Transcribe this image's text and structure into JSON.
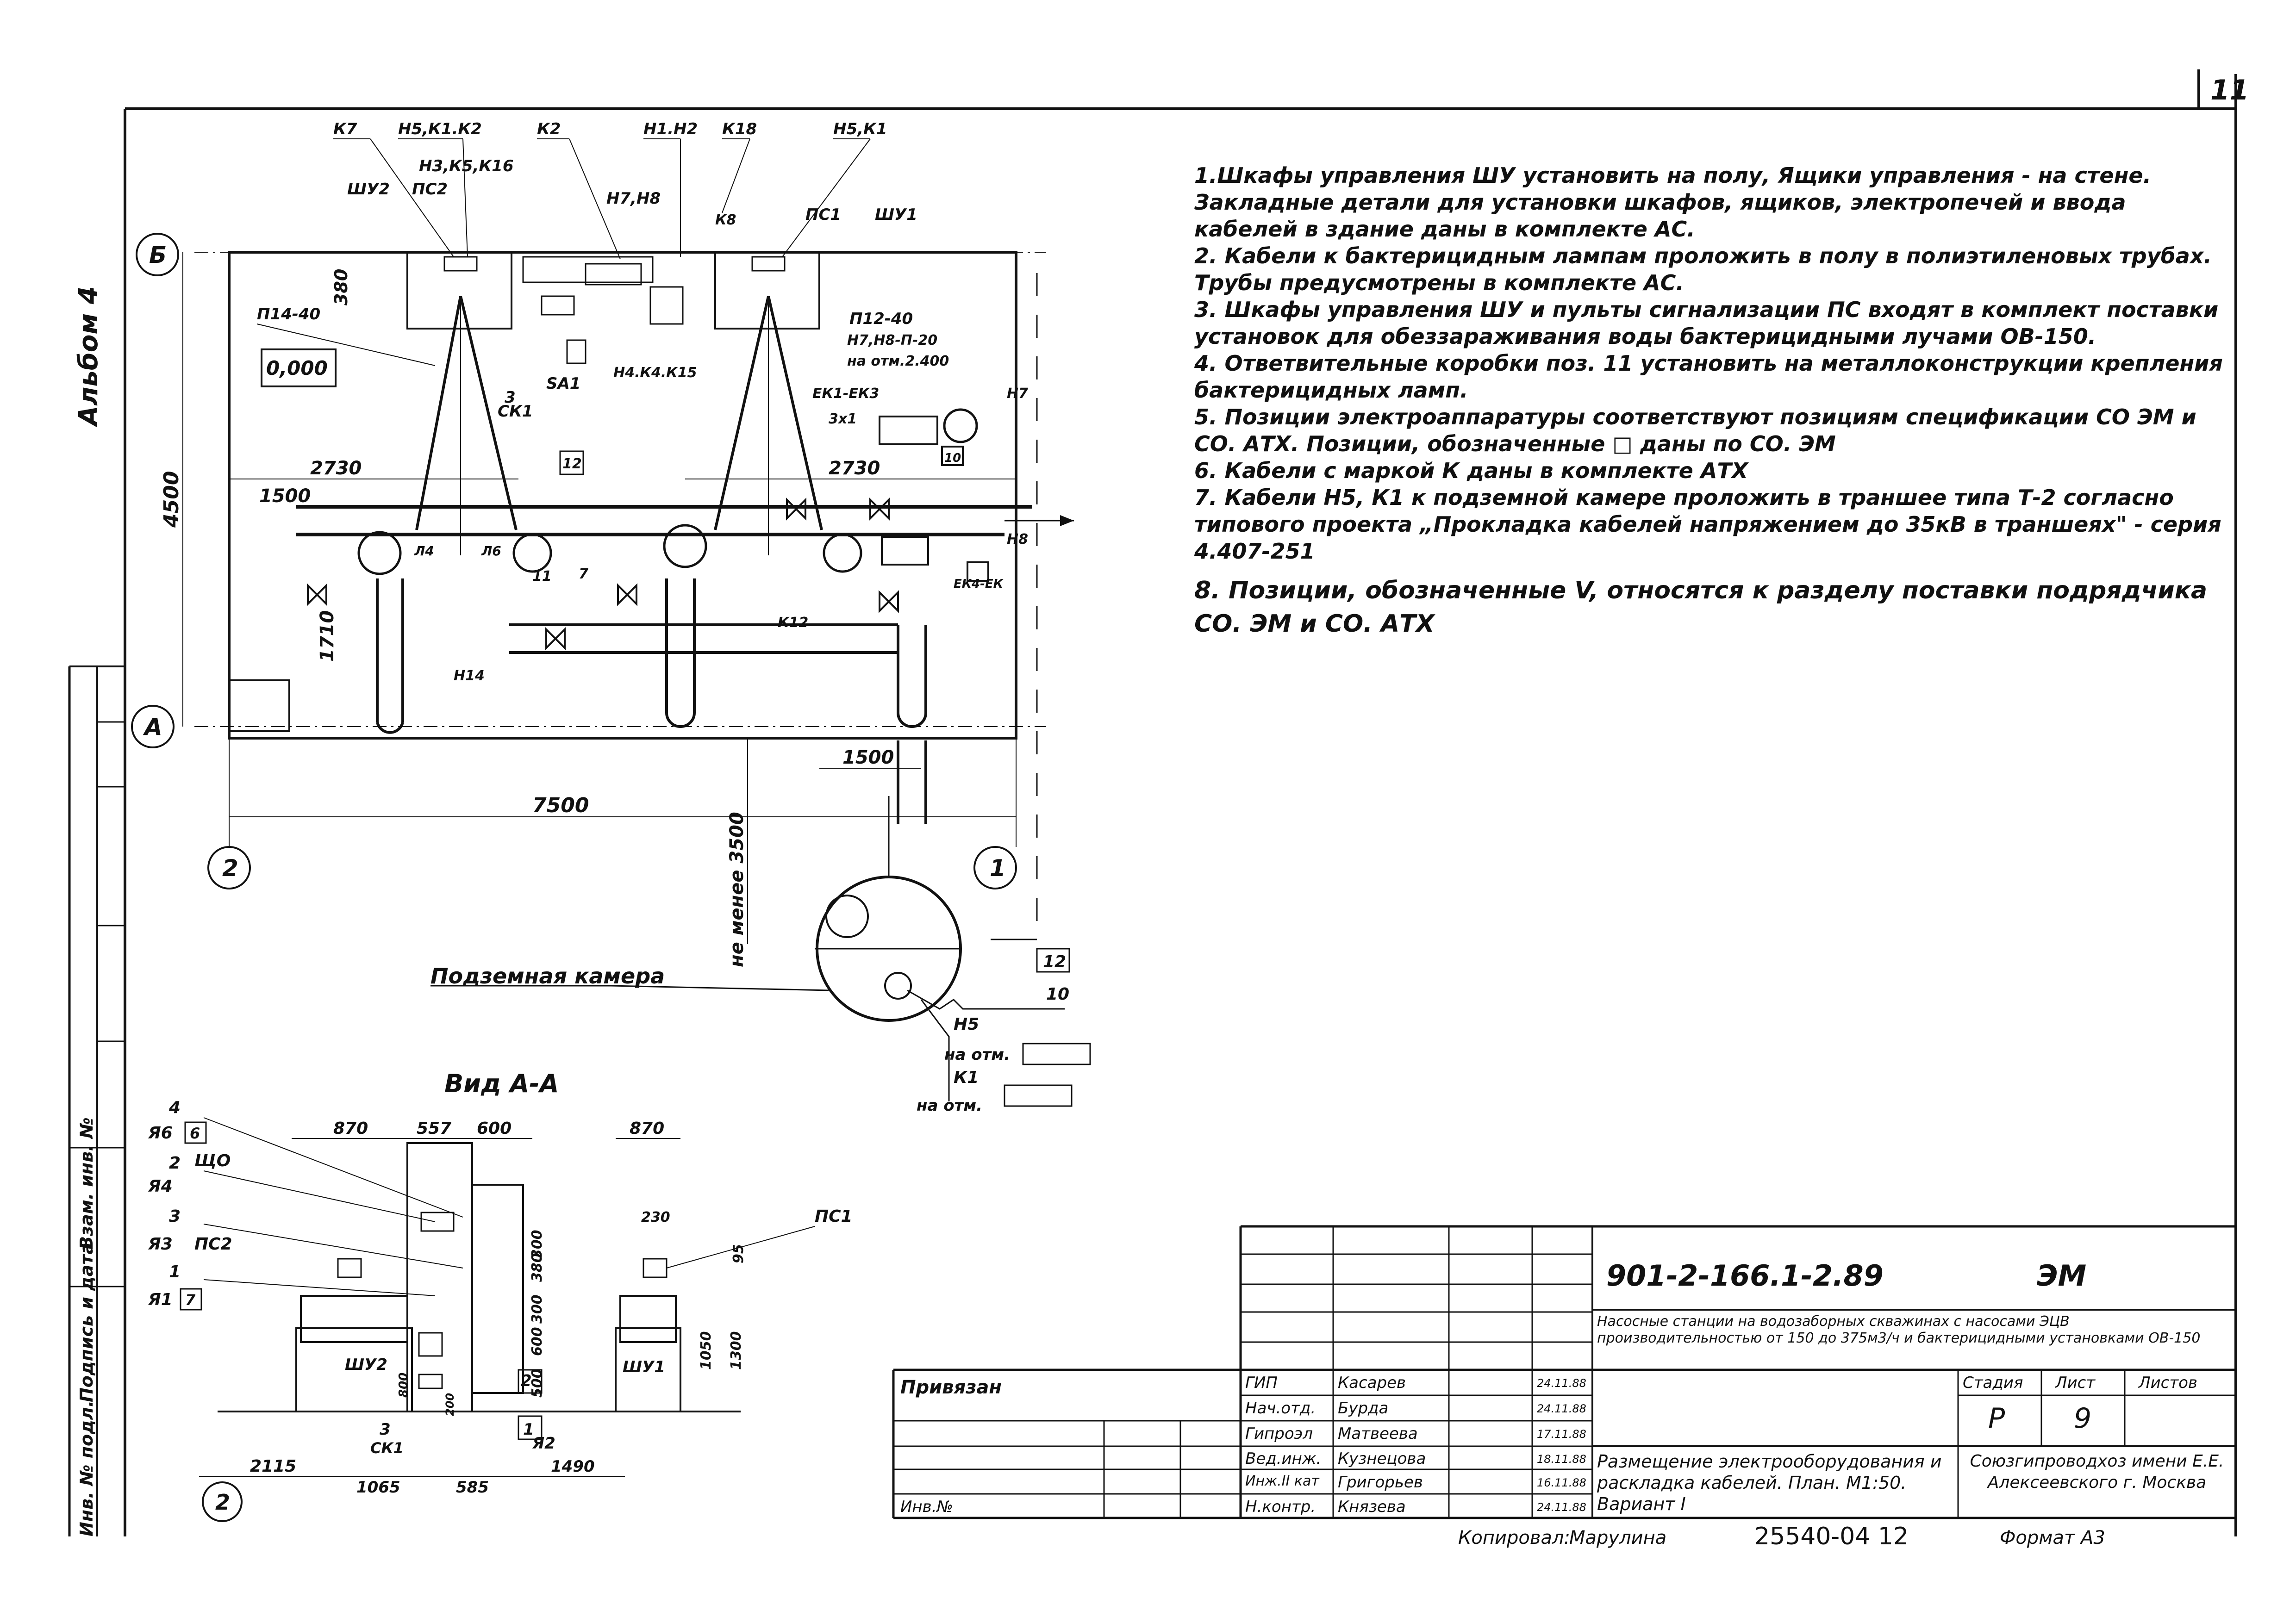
{
  "sheet": {
    "number": "11",
    "album_label": "Альбом 4"
  },
  "notes": [
    "1.Шкафы управления ШУ установить на полу, Ящики управления - на стене. Закладные детали для установки шкафов, ящиков, электропечей и ввода кабелей в здание даны в комплекте АС.",
    "2. Кабели к бактерицидным лампам проложить в полу в полиэтиленовых трубах. Трубы предусмотрены в комплекте АС.",
    "3. Шкафы управления ШУ и пульты сигнализации ПС входят в комплект поставки установок для обеззараживания воды бактерицидными лучами ОВ-150.",
    "4. Ответвительные коробки поз. 11 установить на металлоконструкции крепления бактерицидных ламп.",
    "5. Позиции электроаппаратуры соответствуют позициям спецификации СО ЭМ и СО. АТХ. Позиции, обозначенные □ даны по СО. ЭМ",
    "6. Кабели с маркой К даны в комплекте АТХ",
    "7. Кабели Н5, К1 к подземной камере проложить в траншее типа Т-2 согласно типового проекта „Прокладка кабелей напряжением до 35кВ в траншеях\" - серия 4.407-251",
    "8. Позиции, обозначенные V, относятся к разделу поставки подрядчика СО. ЭМ и СО. АТХ"
  ],
  "plan": {
    "axes": {
      "b": "Б",
      "a": "А",
      "n2": "2",
      "n1": "1"
    },
    "dims": {
      "d4500": "4500",
      "d7500": "7500",
      "d2730a": "2730",
      "d2730b": "2730",
      "d1500a": "1500",
      "d1500b": "1500",
      "d1710": "1710",
      "d3500": "не менее 3500",
      "d380": "380"
    },
    "level": "0,000",
    "callouts": [
      "К7",
      "Н5,К1.К2",
      "Н3,К5,К16",
      "К2",
      "Н1.Н2",
      "К18",
      "Н5,К1",
      "ШУ2",
      "ПС2",
      "Н7,Н8",
      "К8",
      "ПС1",
      "ШУ1",
      "П14-40",
      "П12-40",
      "Н7,Н8-П-20",
      "на отм.2.400",
      "Н4.К4.К15",
      "ЕК1-ЕК3",
      "3х1",
      "Н7",
      "SA1",
      "СК1",
      "Л4",
      "Л6",
      "Н14",
      "К12",
      "Н8",
      "ЕК4-ЕК",
      "10",
      "12",
      "11",
      "7",
      "3"
    ],
    "chamber_label": "Подземная камера",
    "chamber_callouts": [
      "12",
      "10",
      "Н5",
      "на отм.",
      "К1",
      "на отм."
    ]
  },
  "view": {
    "title": "Вид А-А",
    "dims": [
      "870",
      "557",
      "600",
      "870",
      "230",
      "95",
      "380",
      "300",
      "300",
      "600",
      "500",
      "1050",
      "1300",
      "2115",
      "1065",
      "585",
      "1490",
      "800",
      "200"
    ],
    "labels": [
      "4",
      "Я6",
      "6",
      "2",
      "ЩО",
      "Я4",
      "3",
      "Я3",
      "ПС2",
      "1",
      "Я1",
      "7",
      "ШУ2",
      "3",
      "СК1",
      "Я2",
      "1",
      "2",
      "ШУ1",
      "ПС1",
      "2"
    ]
  },
  "side_stamp": {
    "inv": "Инв. № подл.",
    "sign": "Подпись и дата",
    "vzam": "Взам. инв. №"
  },
  "title_block": {
    "code": "901-2-166.1-2.89",
    "mark": "ЭМ",
    "project": "Насосные станции на водозаборных скважинах с насосами ЭЦВ производительностью от 150 до 375м3/ч и бактерицидными установками ОВ-150",
    "privyazan": "Привязан",
    "inv_no": "Инв.№",
    "rows": [
      {
        "role": "ГИП",
        "name": "Касарев",
        "date": "24.11.88"
      },
      {
        "role": "Нач.отд.",
        "name": "Бурда",
        "date": "24.11.88"
      },
      {
        "role": "Гипроэл",
        "name": "Матвеева",
        "date": "17.11.88"
      },
      {
        "role": "Вед.инж.",
        "name": "Кузнецова",
        "date": "18.11.88"
      },
      {
        "role": "Инж.II кат",
        "name": "Григорьев",
        "date": "16.11.88"
      },
      {
        "role": "Н.контр.",
        "name": "Князева",
        "date": "24.11.88"
      }
    ],
    "stage_hdr": "Стадия",
    "sheet_hdr": "Лист",
    "sheets_hdr": "Листов",
    "stage": "Р",
    "sheet": "9",
    "description": "Размещение электрооборудования и раскладка кабелей. План. М1:50. Вариант I",
    "org": "Союзгипроводхоз имени Е.Е. Алексеевского г. Москва",
    "copied_label": "Копировал:",
    "copied_name": "Марулина",
    "order": "25540-04 12",
    "format": "Формат А3"
  }
}
